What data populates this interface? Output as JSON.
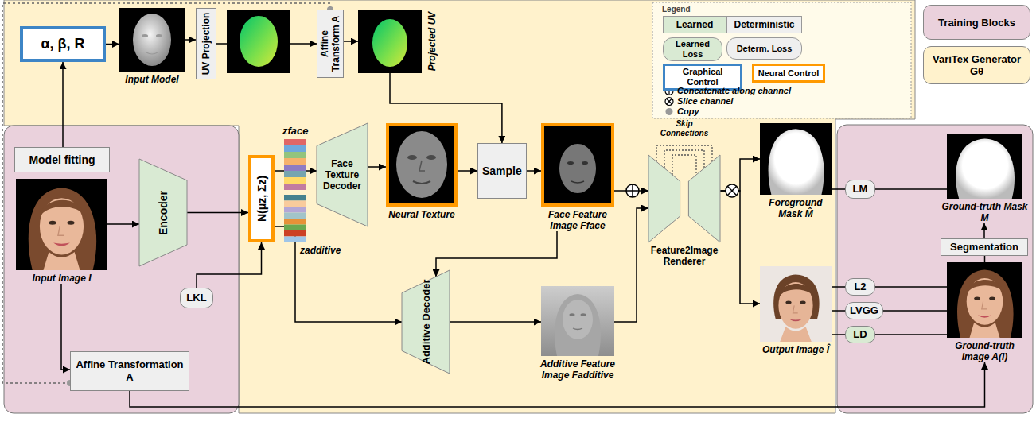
{
  "diagram": {
    "nodes": [
      {
        "text": [
          "α, β, R"
        ]
      },
      {
        "text": [
          "Input Model"
        ]
      },
      {
        "text": [
          "UV Projection"
        ]
      },
      {
        "text": [
          "Affine Transform A"
        ]
      },
      {
        "text": [
          "Projected UV"
        ]
      },
      {
        "text": [
          "Model fitting"
        ]
      },
      {
        "text": [
          "Input Image I"
        ]
      },
      {
        "text": [
          "Encoder"
        ]
      },
      {
        "text": [
          "LKL"
        ]
      },
      {
        "text": [
          "Affine Transformation A"
        ]
      },
      {
        "text": [
          "N(μz, Σz)"
        ]
      },
      {
        "text": [
          "Face Texture Decoder"
        ]
      },
      {
        "text": [
          "Neural Texture"
        ]
      },
      {
        "text": [
          "Sample"
        ]
      },
      {
        "text": [
          "Face Feature Image Fface"
        ]
      },
      {
        "text": [
          "Additive Decoder"
        ]
      },
      {
        "text": [
          "Additive Feature Image Fadditive"
        ]
      },
      {
        "text": [
          "Feature2Image Renderer"
        ]
      },
      {
        "text": [
          "Foreground Mask M̂"
        ]
      },
      {
        "text": [
          "Output Image Î"
        ]
      },
      {
        "text": [
          "LM"
        ]
      },
      {
        "text": [
          "L2"
        ]
      },
      {
        "text": [
          "LVGG"
        ]
      },
      {
        "text": [
          "LD"
        ]
      },
      {
        "text": [
          "Ground-truth Mask M"
        ]
      },
      {
        "text": [
          "Segmentation"
        ]
      },
      {
        "text": [
          "Ground-truth Image A(I)"
        ]
      }
    ],
    "edges": [
      {
        "from": 5,
        "to": 0,
        "arrow": "to"
      },
      {
        "from": 0,
        "to": 1,
        "arrow": "to"
      },
      {
        "from": 1,
        "to": 2,
        "arrow": "to"
      },
      {
        "from": 2,
        "to": 3,
        "arrow": "to"
      },
      {
        "from": 3,
        "to": 4,
        "arrow": "to"
      },
      {
        "from": 4,
        "to": 13,
        "arrow": "to"
      },
      {
        "from": 6,
        "to": 7,
        "arrow": "to"
      },
      {
        "from": 7,
        "to": 10,
        "arrow": "to"
      },
      {
        "from": 8,
        "to": 10,
        "arrow": "to"
      },
      {
        "from": 10,
        "to": 11,
        "arrow": "to"
      },
      {
        "from": 11,
        "to": 12,
        "arrow": "to"
      },
      {
        "from": 12,
        "to": 13,
        "arrow": "to"
      },
      {
        "from": 13,
        "to": 14,
        "arrow": "to"
      },
      {
        "from": 14,
        "to": 17,
        "arrow": "to"
      },
      {
        "from": 10,
        "to": 15,
        "arrow": "to"
      },
      {
        "from": 14,
        "to": 15,
        "arrow": "to"
      },
      {
        "from": 15,
        "to": 16,
        "arrow": "to"
      },
      {
        "from": 16,
        "to": 17,
        "arrow": "to"
      },
      {
        "from": 17,
        "to": 18,
        "arrow": "to"
      },
      {
        "from": 17,
        "to": 19,
        "arrow": "to"
      },
      {
        "from": 18,
        "to": 20,
        "arrow": "none"
      },
      {
        "from": 20,
        "to": 24,
        "arrow": "none"
      },
      {
        "from": 19,
        "to": 21,
        "arrow": "none"
      },
      {
        "from": 19,
        "to": 22,
        "arrow": "none"
      },
      {
        "from": 19,
        "to": 23,
        "arrow": "none"
      },
      {
        "from": 21,
        "to": 26,
        "arrow": "none"
      },
      {
        "from": 22,
        "to": 26,
        "arrow": "none"
      },
      {
        "from": 23,
        "to": 26,
        "arrow": "none"
      },
      {
        "from": 26,
        "to": 25,
        "arrow": "none"
      },
      {
        "from": 25,
        "to": 24,
        "arrow": "to"
      },
      {
        "from": 6,
        "to": 9,
        "arrow": "to"
      },
      {
        "from": 9,
        "to": 26,
        "arrow": "to"
      },
      {
        "from": 9,
        "to": 3,
        "arrow": "none"
      }
    ],
    "labels": [
      "Legend",
      "zface",
      "zadditive",
      "Skip Connections"
    ],
    "legend": [
      {
        "text": "Learned",
        "color": "#d9ead3"
      },
      {
        "text": "Deterministic",
        "color": "#efefef"
      },
      {
        "text": "Learned Loss",
        "color": "#d9ead3"
      },
      {
        "text": "Determ. Loss",
        "color": "#efefef"
      },
      {
        "text": "Graphical Control"
      },
      {
        "text": "Neural Control"
      },
      {
        "text": "Concatenate along channel"
      },
      {
        "text": "Slice channel"
      },
      {
        "text": "Copy"
      },
      {
        "text": "Training Blocks",
        "color": "#ead1dc"
      },
      {
        "text": "VariTex Generator Gθ",
        "color": "#fff2cc"
      }
    ]
  }
}
